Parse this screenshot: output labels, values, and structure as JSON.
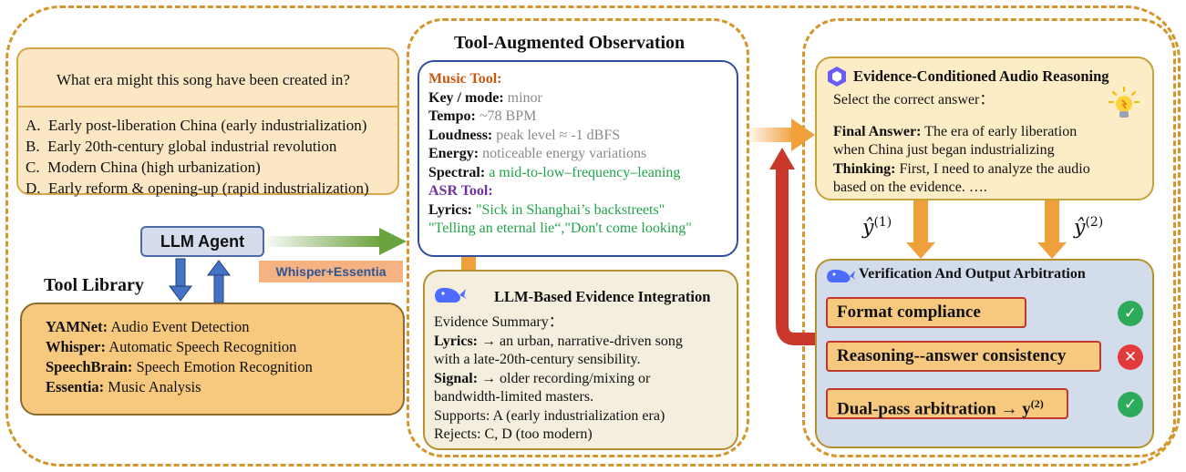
{
  "question": {
    "text": "What era might this song have been created in?",
    "options": [
      "A. Early post-liberation China (early industrialization)",
      "B. Early 20th-century global industrial revolution",
      "C. Modern China (high urbanization)",
      "D. Early reform & opening-up (rapid industrialization)"
    ]
  },
  "agent": {
    "label": "LLM Agent",
    "tools_label": "Whisper+Essentia"
  },
  "tool_library": {
    "title": "Tool Library",
    "items": [
      {
        "name": "YAMNet:",
        "desc": "Audio Event Detection"
      },
      {
        "name": "Whisper:",
        "desc": "Automatic Speech Recognition"
      },
      {
        "name": "SpeechBrain:",
        "desc": "Speech Emotion Recognition"
      },
      {
        "name": "Essentia:",
        "desc": "Music Analysis"
      }
    ]
  },
  "observation": {
    "title": "Tool-Augmented Observation",
    "music_tool": "Music Tool:",
    "features": [
      {
        "name": "Key / mode:",
        "value": "minor"
      },
      {
        "name": "Tempo:",
        "value": "~78 BPM"
      },
      {
        "name": "Loudness:",
        "value": "peak level ≈ -1 dBFS"
      },
      {
        "name": "Energy:",
        "value": "noticeable energy variations"
      },
      {
        "name": "Spectral:",
        "value": "a mid-to-low–frequency–leaning"
      }
    ],
    "asr_tool": "ASR Tool:",
    "lyrics_label": "Lyrics:",
    "lyrics_1": "\"Sick in Shanghai’s backstreets\"",
    "lyrics_2": "\"Telling an eternal lie“,\"Don't come looking\""
  },
  "evidence": {
    "title": "LLM-Based Evidence Integration",
    "summary": "Evidence Summary：",
    "lyrics_label": "Lyrics:",
    "lyrics_1": "→ an urban, narrative-driven song",
    "lyrics_2": "with a late-20th-century sensibility.",
    "signal_label": "Signal:",
    "signal_1": "→ older recording/mixing or",
    "signal_2": "bandwidth-limited masters.",
    "supports": "Supports: A (early industrialization era)",
    "rejects": "Rejects: C, D (too modern)"
  },
  "reasoning": {
    "title": "Evidence-Conditioned Audio Reasoning",
    "prompt": "Select the correct answer：",
    "final_label": "Final Answer:",
    "final_1": "The era of early liberation",
    "final_2": "when China just began industrializing",
    "thinking_label": "Thinking:",
    "thinking_1": "First, I need to analyze the audio",
    "thinking_2": "based on the evidence. …."
  },
  "samples": {
    "y1": "ŷ",
    "y1_sup": "(1)",
    "y2": "ŷ",
    "y2_sup": "(2)"
  },
  "verification": {
    "title": "Verification And Output Arbitration",
    "items": [
      {
        "label": "Format compliance",
        "status": "pass"
      },
      {
        "label": "Reasoning--answer consistency",
        "status": "fail"
      },
      {
        "label": "Dual-pass arbitration → y",
        "sup": "(2)",
        "status": "pass"
      }
    ]
  },
  "colors": {
    "dash_border": "#D4952A",
    "orange_arrow": "#F0A03A",
    "red_arrow": "#C9382A",
    "green_arrow": "#6BA33E",
    "blue_arrow": "#4472C4"
  }
}
